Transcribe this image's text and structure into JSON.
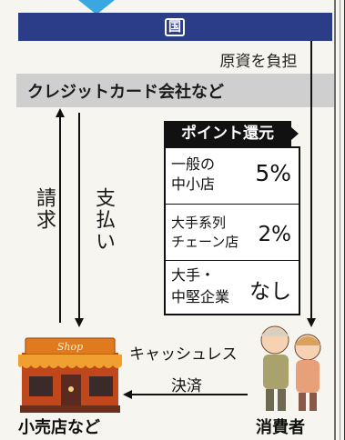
{
  "top": {
    "country": "国",
    "burden_label": "原資を負担"
  },
  "card_company": {
    "label": "クレジットカード会社など"
  },
  "flows": {
    "billing": "請求",
    "payment": "支払い",
    "cashless_line1": "キャッシュレス",
    "cashless_line2": "決済"
  },
  "rebate": {
    "header": "ポイント還元",
    "rows": [
      {
        "category_line1": "一般の",
        "category_line2": "中小店",
        "rate": "5%"
      },
      {
        "category_line1": "大手系列",
        "category_line2": "チェーン店",
        "rate": "2%"
      },
      {
        "category_line1": "大手・",
        "category_line2": "中堅企業",
        "rate": "なし"
      }
    ]
  },
  "retailer": {
    "label": "小売店など",
    "shop_sign": "Shop"
  },
  "consumer": {
    "label": "消費者"
  },
  "colors": {
    "navy_bar": "#2b3d86",
    "sky_pointer": "#3aa7e0",
    "gray_band": "#cfcfcf",
    "awning_orange": "#e07a1e",
    "shop_brick": "#c0471c"
  }
}
